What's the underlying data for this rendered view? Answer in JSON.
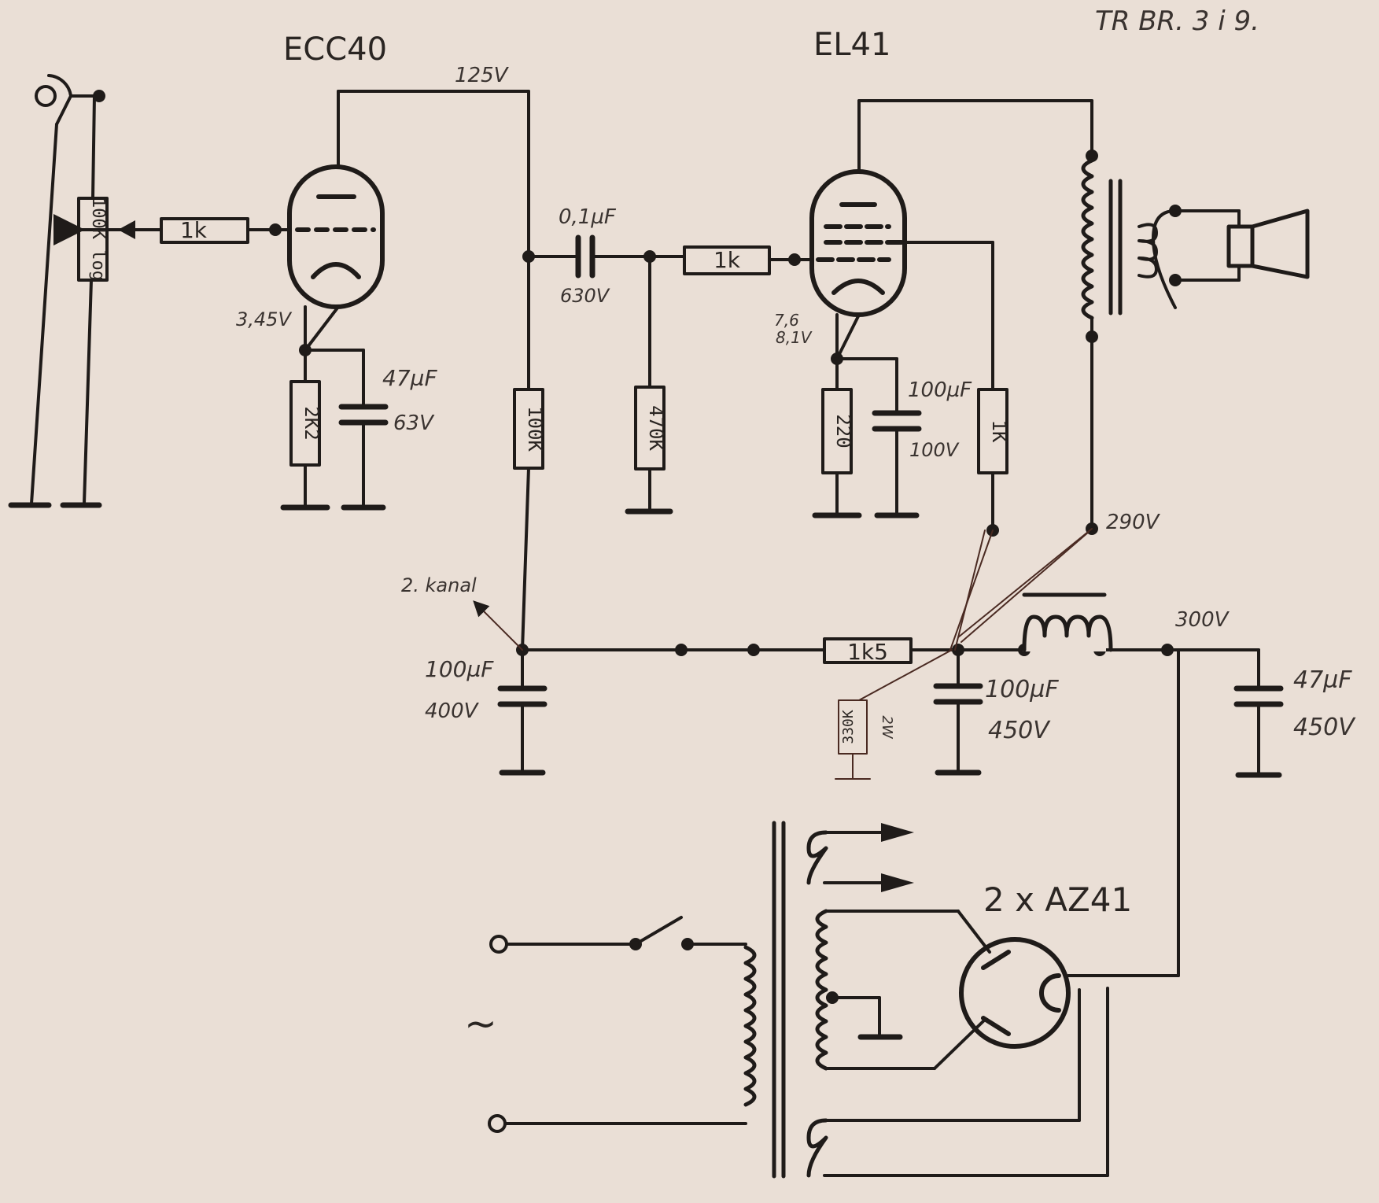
{
  "document": {
    "corner_note": "TR BR. 3 i 9."
  },
  "tubes": {
    "preamp": "ECC40",
    "output": "EL41",
    "rectifier": "2 x AZ41"
  },
  "voltages": {
    "plate_preamp": "125V",
    "cathode_preamp": "3,45V",
    "cathode_output_1": "7,6",
    "cathode_output_2": "8,1V",
    "screen_supply": "290V",
    "main_supply": "300V"
  },
  "components": {
    "volume_pot": "100K log",
    "grid_stopper_1": "1k",
    "grid_stopper_2": "1k",
    "cathode_r1": "2K2",
    "cathode_c1_value": "47µF",
    "cathode_c1_rating": "63V",
    "plate_r1": "100K",
    "coupling_c_value": "0,1µF",
    "coupling_c_rating": "630V",
    "grid_leak": "470K",
    "cathode_r2": "220",
    "cathode_c2_value": "100µF",
    "cathode_c2_rating": "100V",
    "screen_r": "1K",
    "filter_r": "1k5",
    "filter_c1_value": "100µF",
    "filter_c1_rating": "400V",
    "filter_c2_value": "100µF",
    "filter_c2_rating": "450V",
    "filter_c3_value": "47µF",
    "filter_c3_rating": "450V",
    "bleeder_r": "330K",
    "bleeder_power": "2W"
  },
  "notes": {
    "second_channel": "2. kanal",
    "mains_symbol": "~"
  },
  "colors": {
    "ink": "#1f1b19",
    "paper": "#eadfd6",
    "pen": "#4a2a22"
  }
}
